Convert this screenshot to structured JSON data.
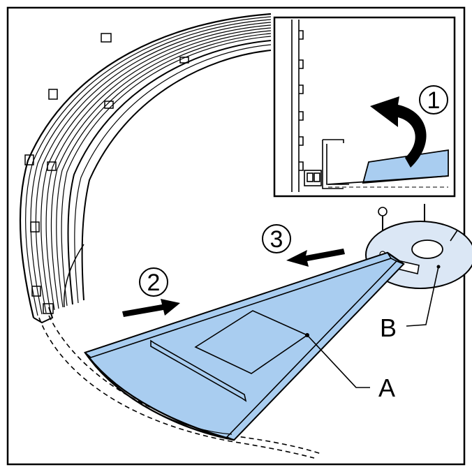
{
  "steps": {
    "one": "1",
    "two": "2",
    "three": "3"
  },
  "labels": {
    "panel": "A",
    "hub": "B"
  },
  "colors": {
    "panel_fill": "#a9cdf0",
    "hub_fill": "#dbe7f5",
    "line": "#000000",
    "background": "#ffffff"
  }
}
